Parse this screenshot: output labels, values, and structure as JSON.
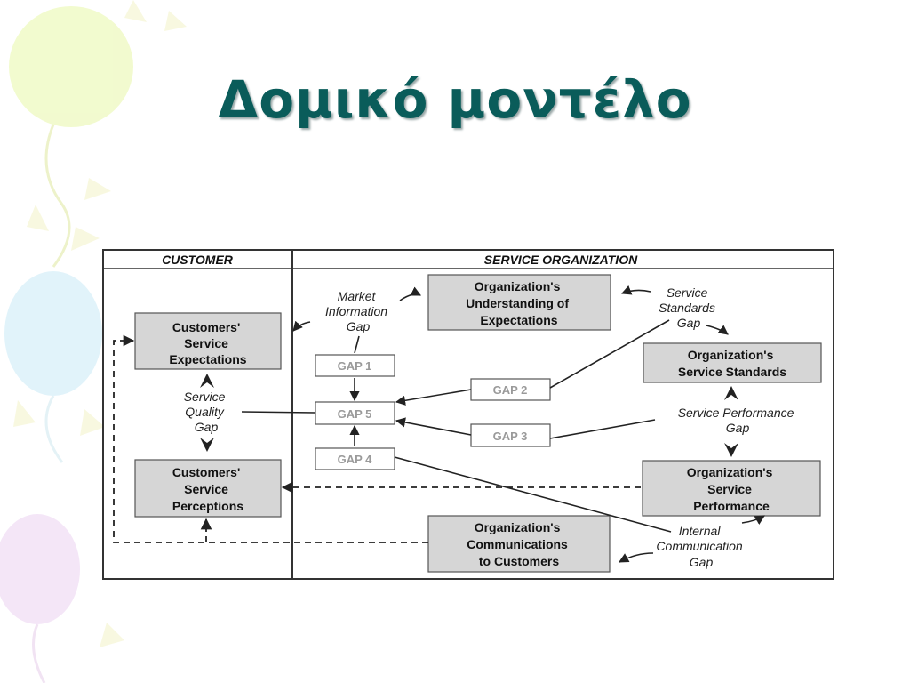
{
  "slide": {
    "title": "Δομικό μοντέλο"
  },
  "diagram": {
    "headers": {
      "customer": "CUSTOMER",
      "organization": "SERVICE ORGANIZATION"
    },
    "boxes": {
      "expectations": [
        "Customers'",
        "Service",
        "Expectations"
      ],
      "perceptions": [
        "Customers'",
        "Service",
        "Perceptions"
      ],
      "understanding": [
        "Organization's",
        "Understanding of",
        "Expectations"
      ],
      "standards": [
        "Organization's",
        "Service Standards"
      ],
      "performance": [
        "Organization's",
        "Service",
        "Performance"
      ],
      "communications": [
        "Organization's",
        "Communications",
        "to Customers"
      ]
    },
    "gaps": {
      "g1": "GAP 1",
      "g2": "GAP 2",
      "g3": "GAP 3",
      "g4": "GAP 4",
      "g5": "GAP 5"
    },
    "labels": {
      "market": [
        "Market",
        "Information",
        "Gap"
      ],
      "standards_gap": [
        "Service",
        "Standards",
        "Gap"
      ],
      "quality": [
        "Service",
        "Quality",
        "Gap"
      ],
      "performance_gap": [
        "Service Performance",
        "Gap"
      ],
      "internal": [
        "Internal",
        "Communication",
        "Gap"
      ]
    }
  }
}
